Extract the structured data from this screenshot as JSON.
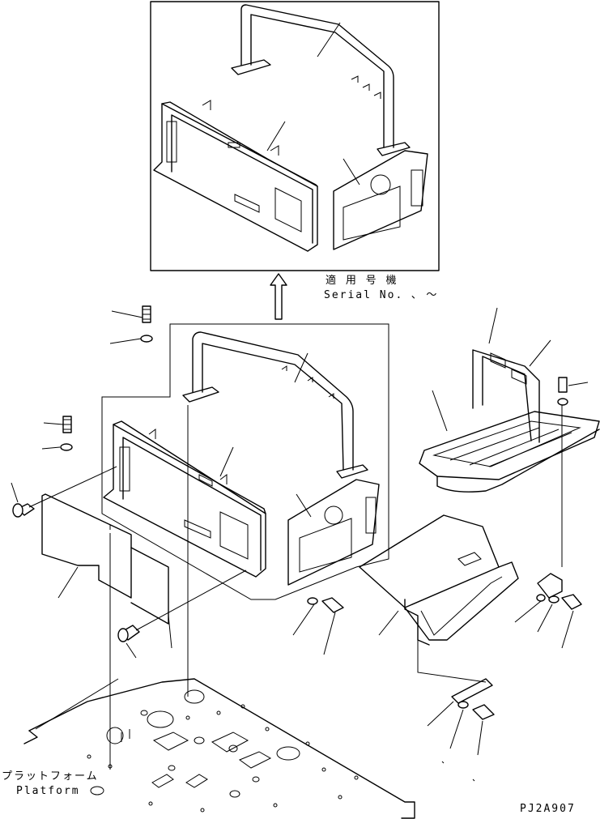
{
  "labels": {
    "serial_jp": "適 用 号 機",
    "serial_en": "Serial No.  ､ ～",
    "platform_jp": "プラットフォーム",
    "platform_en": "Platform",
    "drawing_code": "PJ2A907"
  }
}
